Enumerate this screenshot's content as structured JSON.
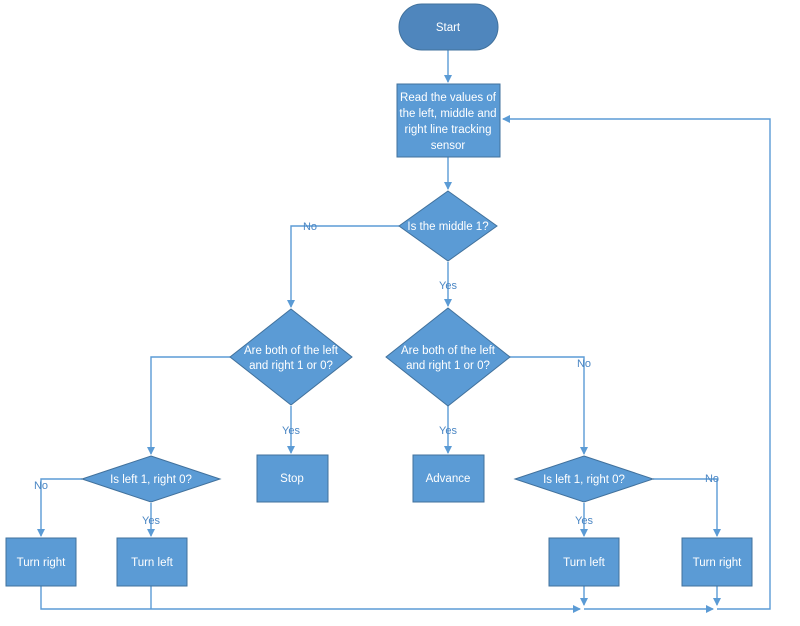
{
  "colors": {
    "fill": "#5b9bd5",
    "start_fill": "#4f86bd",
    "stroke": "#41719c",
    "edge": "#5b9bd5",
    "label": "#4a86c4",
    "text": "#ffffff"
  },
  "nodes": {
    "start": {
      "lines": [
        "Start"
      ]
    },
    "read": {
      "lines": [
        "Read the values of",
        "the left, middle and",
        "right line tracking",
        "sensor"
      ]
    },
    "middle": {
      "lines": [
        "Is the middle 1?"
      ]
    },
    "both_left": {
      "lines": [
        "Are both of the  left",
        "and right 1 or 0?"
      ]
    },
    "both_right": {
      "lines": [
        "Are both of the  left",
        "and right 1 or 0?"
      ]
    },
    "left1_left": {
      "lines": [
        "Is left 1, right 0?"
      ]
    },
    "left1_right": {
      "lines": [
        "Is left 1, right 0?"
      ]
    },
    "stop": {
      "lines": [
        "Stop"
      ]
    },
    "advance": {
      "lines": [
        "Advance"
      ]
    },
    "turn_right_left": {
      "lines": [
        "Turn right"
      ]
    },
    "turn_left_left": {
      "lines": [
        "Turn left"
      ]
    },
    "turn_left_right": {
      "lines": [
        "Turn left"
      ]
    },
    "turn_right_right": {
      "lines": [
        "Turn right"
      ]
    }
  },
  "edge_labels": {
    "middle_no": "No",
    "middle_yes": "Yes",
    "both_left_yes": "Yes",
    "both_right_yes": "Yes",
    "both_right_no": "No",
    "left1_left_no": "No",
    "left1_left_yes": "Yes",
    "left1_right_yes": "Yes",
    "left1_right_no": "No"
  }
}
